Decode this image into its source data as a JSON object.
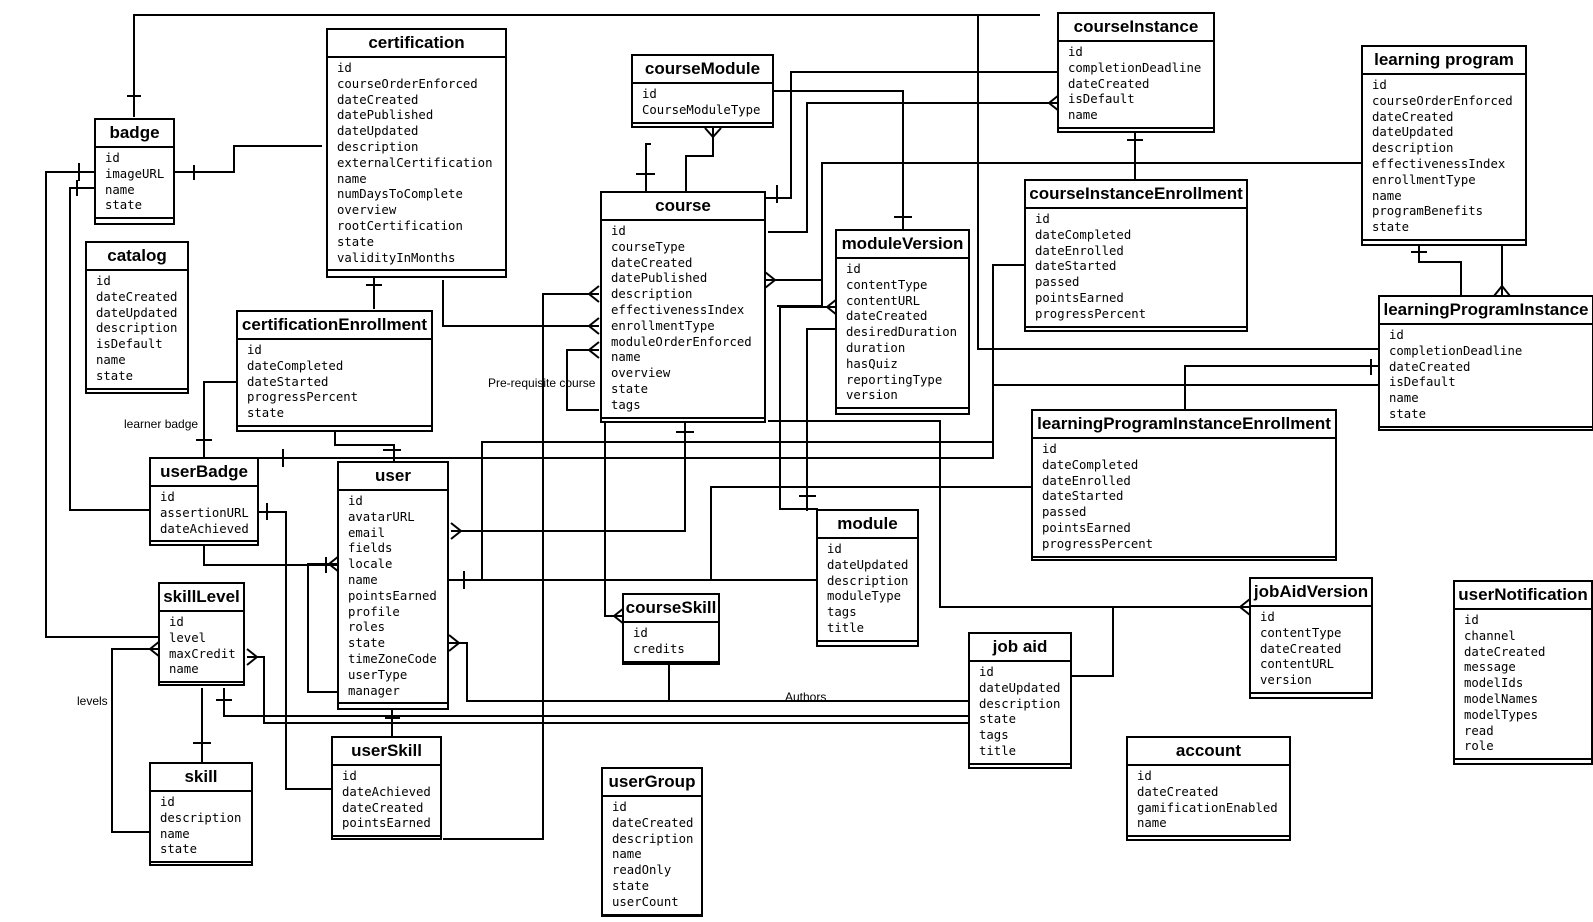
{
  "entities": {
    "badge": {
      "title": "badge",
      "fields": [
        "id",
        "imageURL",
        "name",
        "state"
      ]
    },
    "catalog": {
      "title": "catalog",
      "fields": [
        "id",
        "dateCreated",
        "dateUpdated",
        "description",
        "isDefault",
        "name",
        "state"
      ]
    },
    "certification": {
      "title": "certification",
      "fields": [
        "id",
        "courseOrderEnforced",
        "dateCreated",
        "datePublished",
        "dateUpdated",
        "description",
        "externalCertification",
        "name",
        "numDaysToComplete",
        "overview",
        "rootCertification",
        "state",
        "validityInMonths"
      ]
    },
    "certificationEnrollment": {
      "title": "certificationEnrollment",
      "fields": [
        "id",
        "dateCompleted",
        "dateStarted",
        "progressPercent",
        "state"
      ]
    },
    "userBadge": {
      "title": "userBadge",
      "fields": [
        "id",
        "assertionURL",
        "dateAchieved"
      ]
    },
    "skillLevel": {
      "title": "skillLevel",
      "fields": [
        "id",
        "level",
        "maxCredit",
        "name"
      ]
    },
    "skill": {
      "title": "skill",
      "fields": [
        "id",
        "description",
        "name",
        "state"
      ]
    },
    "user": {
      "title": "user",
      "fields": [
        "id",
        "avatarURL",
        "email",
        "fields",
        "locale",
        "name",
        "pointsEarned",
        "profile",
        "roles",
        "state",
        "timeZoneCode",
        "userType",
        "manager"
      ]
    },
    "userSkill": {
      "title": "userSkill",
      "fields": [
        "id",
        "dateAchieved",
        "dateCreated",
        "pointsEarned"
      ]
    },
    "courseModule": {
      "title": "courseModule",
      "fields": [
        "id",
        "CourseModuleType"
      ]
    },
    "course": {
      "title": "course",
      "fields": [
        "id",
        "courseType",
        "dateCreated",
        "datePublished",
        "description",
        "effectivenessIndex",
        "enrollmentType",
        "moduleOrderEnforced",
        "name",
        "overview",
        "state",
        "tags"
      ]
    },
    "courseSkill": {
      "title": "courseSkill",
      "fields": [
        "id",
        "credits"
      ]
    },
    "userGroup": {
      "title": "userGroup",
      "fields": [
        "id",
        "dateCreated",
        "description",
        "name",
        "readOnly",
        "state",
        "userCount"
      ]
    },
    "moduleVersion": {
      "title": "moduleVersion",
      "fields": [
        "id",
        "contentType",
        "contentURL",
        "dateCreated",
        "desiredDuration",
        "duration",
        "hasQuiz",
        "reportingType",
        "version"
      ]
    },
    "module": {
      "title": "module",
      "fields": [
        "id",
        "dateUpdated",
        "description",
        "moduleType",
        "tags",
        "title"
      ]
    },
    "jobAid": {
      "title": "job aid",
      "fields": [
        "id",
        "dateUpdated",
        "description",
        "state",
        "tags",
        "title"
      ]
    },
    "courseInstance": {
      "title": "courseInstance",
      "fields": [
        "id",
        "completionDeadline",
        "dateCreated",
        "isDefault",
        "name"
      ]
    },
    "courseInstanceEnrollment": {
      "title": "courseInstanceEnrollment",
      "fields": [
        "id",
        "dateCompleted",
        "dateEnrolled",
        "dateStarted",
        "passed",
        "pointsEarned",
        "progressPercent"
      ]
    },
    "learningProgram": {
      "title": "learning program",
      "fields": [
        "id",
        "courseOrderEnforced",
        "dateCreated",
        "dateUpdated",
        "description",
        "effectivenessIndex",
        "enrollmentType",
        "name",
        "programBenefits",
        "state"
      ]
    },
    "learningProgramInstance": {
      "title": "learningProgramInstance",
      "fields": [
        "id",
        "completionDeadline",
        "dateCreated",
        "isDefault",
        "name",
        "state"
      ]
    },
    "learningProgramInstanceEnrollment": {
      "title": "learningProgramInstanceEnrollment",
      "fields": [
        "id",
        "dateCompleted",
        "dateEnrolled",
        "dateStarted",
        "passed",
        "pointsEarned",
        "progressPercent"
      ]
    },
    "jobAidVersion": {
      "title": "jobAidVersion",
      "fields": [
        "id",
        "contentType",
        "dateCreated",
        "contentURL",
        "version"
      ]
    },
    "account": {
      "title": "account",
      "fields": [
        "id",
        "dateCreated",
        "gamificationEnabled",
        "name"
      ]
    },
    "userNotification": {
      "title": "userNotification",
      "fields": [
        "id",
        "channel",
        "dateCreated",
        "message",
        "modelIds",
        "modelNames",
        "modelTypes",
        "read",
        "role"
      ]
    }
  },
  "relationship_labels": {
    "learner_badge": "learner badge",
    "prerequisite_course": "Pre-requisite course",
    "levels": "levels",
    "authors": "Authors"
  }
}
